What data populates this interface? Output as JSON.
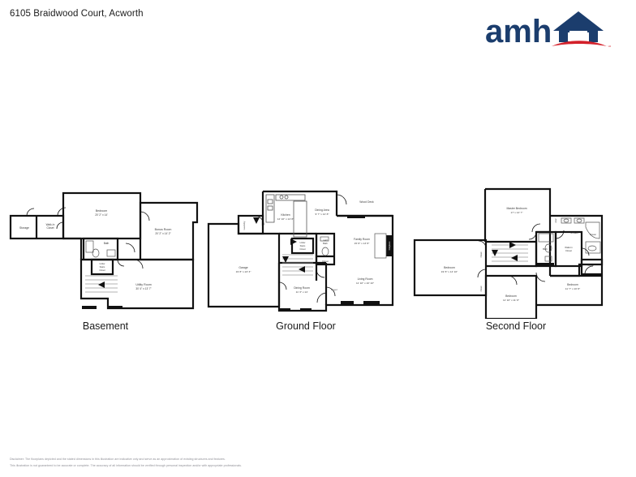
{
  "header": {
    "property_address": "6105 Braidwood Court, Acworth",
    "logo": {
      "wordmark": "amh",
      "icon_roof": "house-roof-icon",
      "icon_swoosh": "red-swoosh-icon",
      "trademark": "℠",
      "navy": "#1b3d6d",
      "red": "#d3202a"
    }
  },
  "floors": [
    {
      "id": "basement",
      "caption": "Basement",
      "rooms": [
        {
          "name": "Storage",
          "dims": ""
        },
        {
          "name": "Walk-In\nCloset",
          "dims": ""
        },
        {
          "name": "Bedroom",
          "dims": "20' 2\" x 14'"
        },
        {
          "name": "Bath",
          "dims": ""
        },
        {
          "name": "Under\nStairs\nCloset",
          "dims": ""
        },
        {
          "name": "Bonus Room",
          "dims": "20' 2\" x 14' 2\""
        },
        {
          "name": "Utility Room",
          "dims": "30' 4\" x 13' 7\""
        }
      ]
    },
    {
      "id": "ground-floor",
      "caption": "Ground Floor",
      "rooms": [
        {
          "name": "Kitchen",
          "dims": "12' 10\" x 14' 8\""
        },
        {
          "name": "Dining Area",
          "dims": "9' 7\" x 12' 8\""
        },
        {
          "name": "Wood Deck",
          "dims": ""
        },
        {
          "name": "Laundry",
          "dims": ""
        },
        {
          "name": "Garage",
          "dims": "19' 8\" x 23' 3\""
        },
        {
          "name": "Under\nStairs\nCloset",
          "dims": ""
        },
        {
          "name": "Half\nBath",
          "dims": ""
        },
        {
          "name": "Closet",
          "dims": ""
        },
        {
          "name": "Family Room",
          "dims": "15' 8\" x 13' 8\""
        },
        {
          "name": "Living Room",
          "dims": "11' 10\" x 10' 10\""
        },
        {
          "name": "Dining Room",
          "dims": "11' 3\" x 14'"
        },
        {
          "name": "Foyer",
          "dims": ""
        },
        {
          "name": "Fireplace",
          "dims": ""
        }
      ]
    },
    {
      "id": "second-floor",
      "caption": "Second Floor",
      "rooms": [
        {
          "name": "Master Bedroom",
          "dims": "17' x 14' 7\""
        },
        {
          "name": "Linen",
          "dims": ""
        },
        {
          "name": "M.Bath",
          "dims": ""
        },
        {
          "name": "Shower",
          "dims": ""
        },
        {
          "name": "Bath",
          "dims": ""
        },
        {
          "name": "Walk-In\nCloset",
          "dims": ""
        },
        {
          "name": "Closet",
          "dims": ""
        },
        {
          "name": "Bedroom",
          "dims": "19' 8\" x 14' 10\""
        },
        {
          "name": "Bedroom",
          "dims": "11' 10\" x 11' 8\""
        },
        {
          "name": "Bedroom",
          "dims": "11' 7\" x 10' 8\""
        }
      ]
    }
  ],
  "footer": {
    "disclaimer_line_1": "Disclaimer: The floorplans depicted and the stated dimensions in this illustration are indicative only and serve as an approximation of existing structures and features.",
    "disclaimer_line_2": "This illustration is not guaranteed to be accurate or complete. The accuracy of all information should be verified through personal inspection and/or with appropriate professionals."
  }
}
